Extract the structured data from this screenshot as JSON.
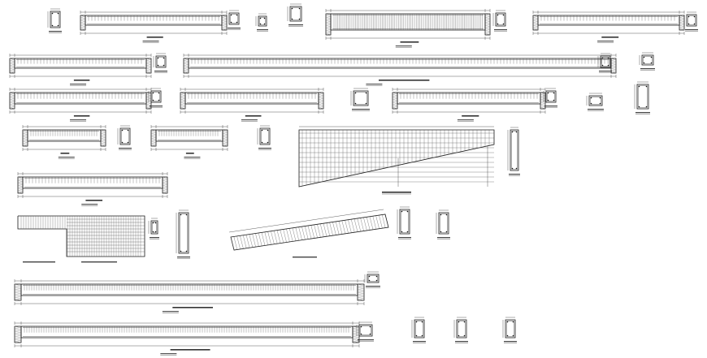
{
  "drawing": {
    "title": "",
    "line_color": "#1a1a1a",
    "background": "#ffffff",
    "element_types": [
      "beam-elevation",
      "beam-cross-section",
      "tapered-beam-elevation",
      "stair-beam-elevation",
      "continuous-beam-elevation"
    ]
  }
}
